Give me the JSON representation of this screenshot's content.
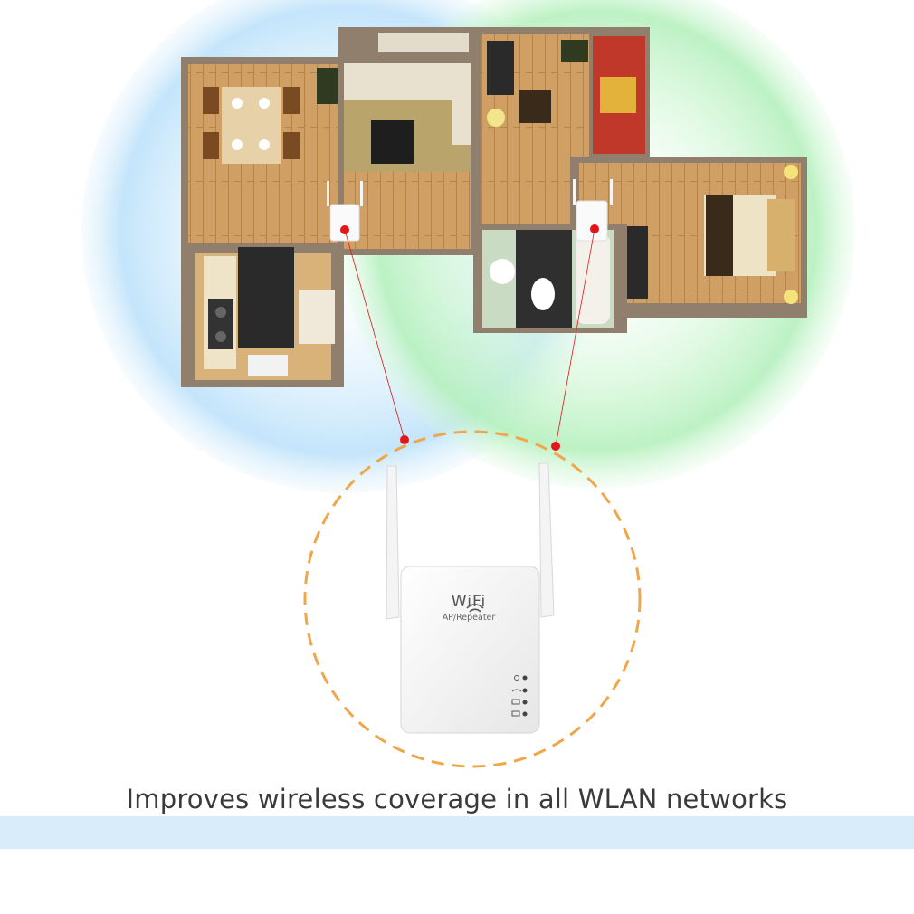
{
  "caption": "Improves wireless coverage in all WLAN networks",
  "device": {
    "brand": "WiFi",
    "subtitle": "AP/Repeater",
    "indicators": [
      "power-icon",
      "wifi-icon",
      "monitor-icon",
      "ethernet-icon"
    ]
  },
  "colors": {
    "coverage_blue": "#bfe3fb",
    "coverage_green": "#bff4c6",
    "dashed_circle": "#f0a64a",
    "pointer_dot": "#e5151a",
    "band": "#d9ecfa",
    "floor_wood": "#c99a62",
    "wall": "#8a7a68"
  },
  "icons": [
    "wifi-router-icon",
    "antenna-icon",
    "red-dot-icon"
  ]
}
